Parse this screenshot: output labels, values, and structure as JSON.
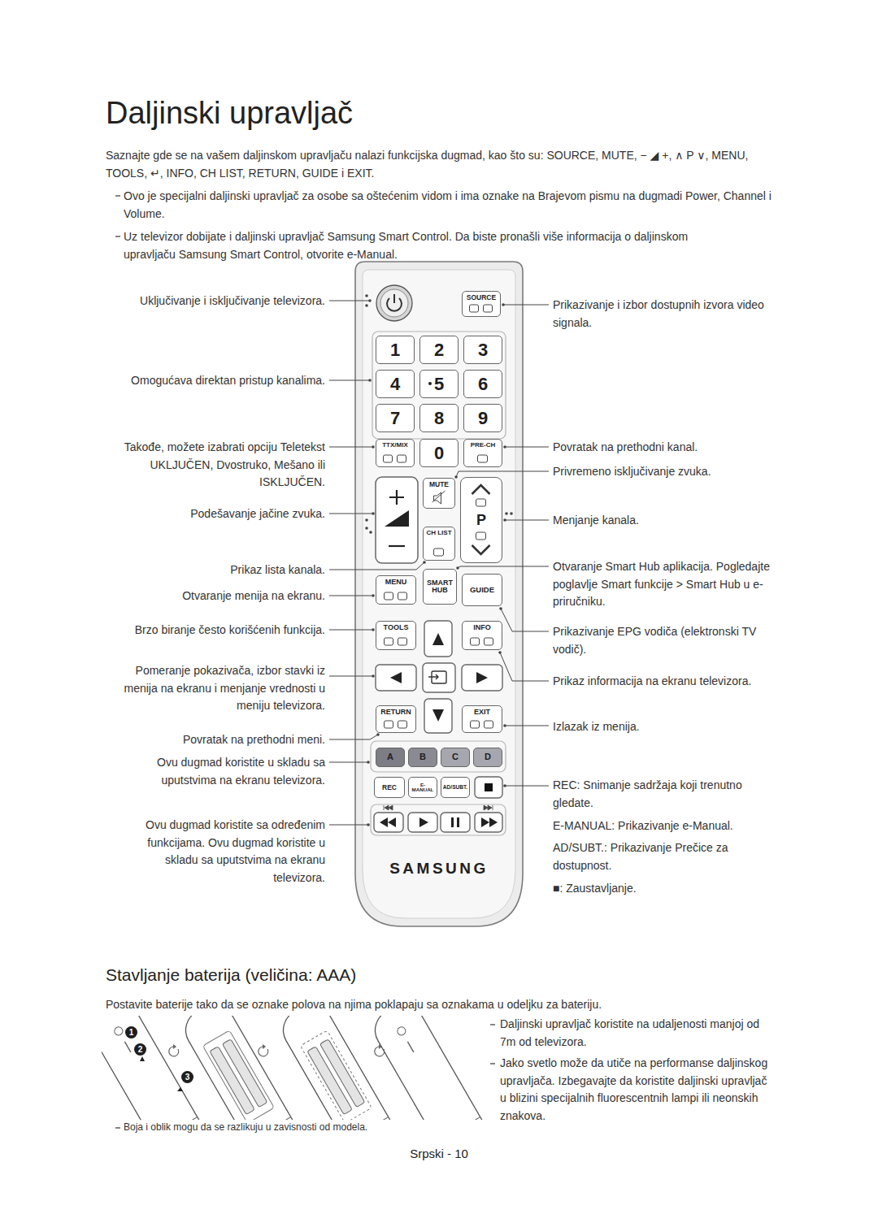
{
  "diagram": {
    "title": "Daljinski upravljač",
    "nodes": [
      {
        "text": [
          "SAMSUNG"
        ]
      },
      {
        "text": [
          "SOURCE"
        ],
        "in": 0
      },
      {
        "text": [
          "1"
        ],
        "in": 0
      },
      {
        "text": [
          "2"
        ],
        "in": 0
      },
      {
        "text": [
          "3"
        ],
        "in": 0
      },
      {
        "text": [
          "4"
        ],
        "in": 0
      },
      {
        "text": [
          "5"
        ],
        "in": 0
      },
      {
        "text": [
          "6"
        ],
        "in": 0
      },
      {
        "text": [
          "7"
        ],
        "in": 0
      },
      {
        "text": [
          "8"
        ],
        "in": 0
      },
      {
        "text": [
          "9"
        ],
        "in": 0
      },
      {
        "text": [
          "TTX/MIX"
        ],
        "in": 0
      },
      {
        "text": [
          "0"
        ],
        "in": 0
      },
      {
        "text": [
          "PRE-CH"
        ],
        "in": 0
      },
      {
        "text": [
          "MUTE"
        ],
        "in": 0
      },
      {
        "text": [
          "P"
        ],
        "in": 0
      },
      {
        "text": [
          "CH LIST"
        ],
        "in": 0
      },
      {
        "text": [
          "MENU"
        ],
        "in": 0
      },
      {
        "text": [
          "SMART HUB"
        ],
        "in": 0
      },
      {
        "text": [
          "GUIDE"
        ],
        "in": 0
      },
      {
        "text": [
          "TOOLS"
        ],
        "in": 0
      },
      {
        "text": [
          "INFO"
        ],
        "in": 0
      },
      {
        "text": [
          "RETURN"
        ],
        "in": 0
      },
      {
        "text": [
          "EXIT"
        ],
        "in": 0
      },
      {
        "text": [
          "A"
        ],
        "in": 0
      },
      {
        "text": [
          "B"
        ],
        "in": 0
      },
      {
        "text": [
          "C"
        ],
        "in": 0
      },
      {
        "text": [
          "D"
        ],
        "in": 0
      },
      {
        "text": [
          "REC"
        ],
        "in": 0
      },
      {
        "text": [
          "E-MANUAL"
        ],
        "in": 0
      },
      {
        "text": [
          "AD/SUBT."
        ],
        "in": 0
      }
    ],
    "labels": [
      "Saznajte gde se na vašem daljinskom upravljaču nalazi funkcijska dugmad, kao što su: SOURCE, MUTE, − ◢ +, ∧ P ∨, MENU, TOOLS, ↵, INFO, CH LIST, RETURN, GUIDE i EXIT.",
      "Ovo je specijalni daljinski upravljač za osobe sa oštećenim vidom i ima oznake na Brajevom pismu na dugmadi Power, Channel i Volume.",
      "Uz televizor dobijate i daljinski upravljač Samsung Smart Control. Da biste pronašli više informacija o daljinskom upravljaču Samsung Smart Control, otvorite e-Manual.",
      "Uključivanje i isključivanje televizora.",
      "Omogućava direktan pristup kanalima.",
      "Takođe, možete izabrati opciju Teletekst UKLJUČEN, Dvostruko, Mešano ili ISKLJUČEN.",
      "Podešavanje jačine zvuka.",
      "Prikaz lista kanala.",
      "Otvaranje menija na ekranu.",
      "Brzo biranje često korišćenih funkcija.",
      "Pomeranje pokazivača, izbor stavki iz menija na ekranu i menjanje vrednosti u meniju televizora.",
      "Povratak na prethodni meni.",
      "Ovu dugmad koristite u skladu sa uputstvima na ekranu televizora.",
      "Ovu dugmad koristite sa određenim funkcijama. Ovu dugmad koristite u skladu sa uputstvima na ekranu televizora.",
      "Prikazivanje i izbor dostupnih izvora video signala.",
      "Povratak na prethodni kanal.",
      "Privremeno isključivanje zvuka.",
      "Menjanje kanala.",
      "Otvaranje Smart Hub aplikacija. Pogledajte poglavlje Smart funkcije > Smart Hub u e-priručniku.",
      "Prikazivanje EPG vodiča (elektronski TV vodič).",
      "Prikaz informacija na ekranu televizora.",
      "Izlazak iz menija.",
      "REC: Snimanje sadržaja koji trenutno gledate.",
      "E-MANUAL: Prikazivanje e-Manual.",
      "AD/SUBT.: Prikazivanje Prečice za dostupnost.",
      "■: Zaustavljanje.",
      "Stavljanje baterija (veličina: AAA)",
      "Postavite baterije tako da se oznake polova na njima poklapaju sa oznakama u odeljku za bateriju.",
      "1",
      "2",
      "3",
      "Daljinski upravljač koristite na udaljenosti manjoj od 7m od televizora.",
      "Jako svetlo može da utiče na performanse daljinskog upravljača. Izbegavajte da koristite daljinski upravljač u blizini specijalnih fluorescentnih lampi ili neonskih znakova.",
      "Boja i oblik mogu da se razlikuju u zavisnosti od modela.",
      "Srpski - 10"
    ]
  }
}
